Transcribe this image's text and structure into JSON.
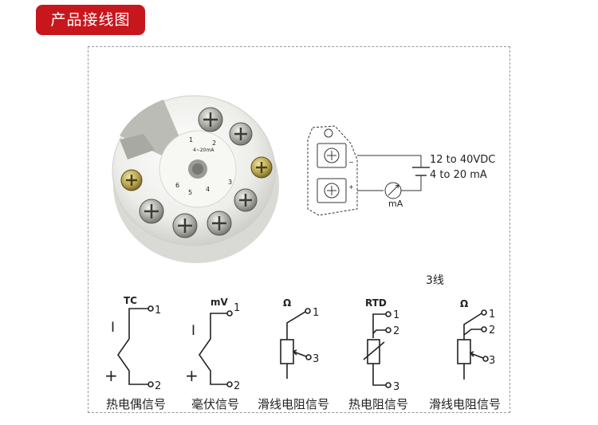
{
  "header": {
    "title": "产品接线图"
  },
  "module": {
    "terminal_numbers": [
      "1",
      "2",
      "3",
      "4",
      "5",
      "6"
    ],
    "range_label": "4~20mA"
  },
  "loop": {
    "supply_label": "12 to 40VDC",
    "output_label": "4 to 20 mA",
    "meter_label": "mA",
    "minus_sign": "−",
    "plus_sign": "+"
  },
  "wiring": {
    "note_3wire": "3线",
    "inputs": [
      {
        "symbol": "TC",
        "terminals": [
          "1",
          "2"
        ],
        "minus": "I",
        "plus": "+",
        "caption": "热电偶信号"
      },
      {
        "symbol": "mV",
        "terminals": [
          "1",
          "2"
        ],
        "minus": "I",
        "plus": "+",
        "caption": "毫伏信号"
      },
      {
        "symbol": "Ω",
        "terminals": [
          "1",
          "3"
        ],
        "caption": "滑线电阻信号"
      },
      {
        "symbol": "RTD",
        "terminals": [
          "1",
          "2",
          "3"
        ],
        "caption": "热电阻信号"
      },
      {
        "symbol": "Ω",
        "terminals": [
          "1",
          "2",
          "3"
        ],
        "caption": "滑线电阻信号"
      }
    ]
  }
}
